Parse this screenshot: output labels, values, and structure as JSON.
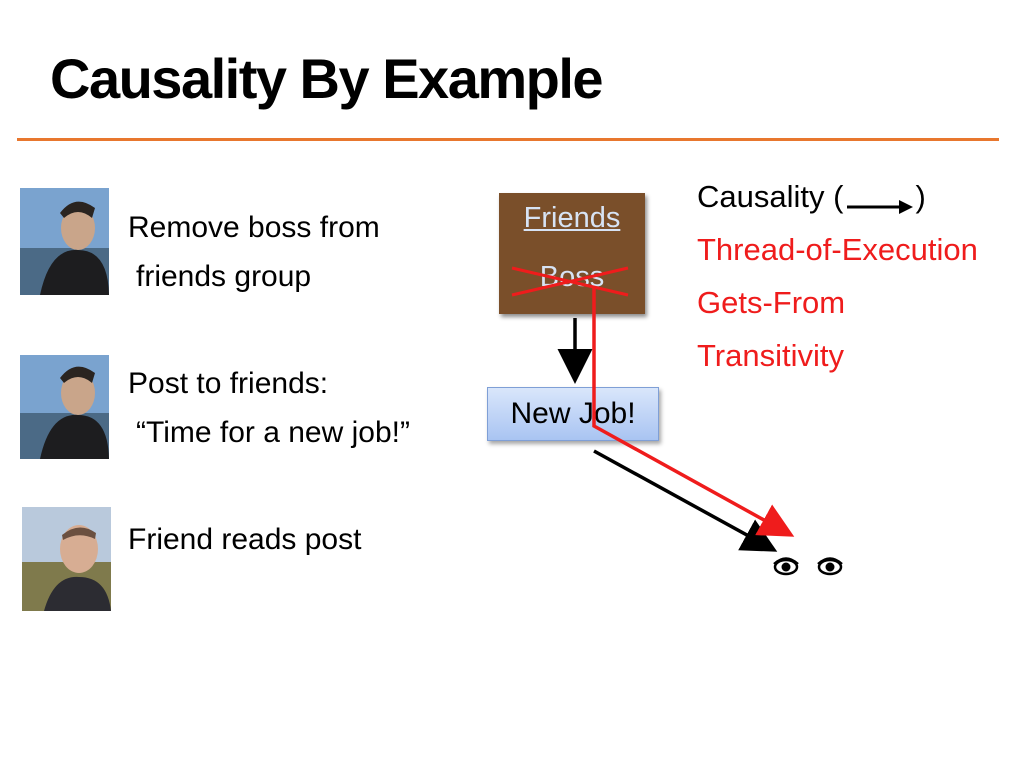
{
  "slide": {
    "title": "Causality By Example",
    "accent_color": "#e8772e"
  },
  "steps": [
    {
      "line1": "Remove boss from",
      "line2": "friends group",
      "avatar": "person-photo-1"
    },
    {
      "line1": "Post to friends:",
      "line2": "“Time for a new job!”",
      "avatar": "person-photo-2"
    },
    {
      "line1": "Friend reads post",
      "line2": "",
      "avatar": "person-photo-3"
    }
  ],
  "diagram": {
    "group_label": "Friends",
    "removed_member": "Boss",
    "post_label": "New Job!",
    "viewer_icon": "eyes-icon"
  },
  "legend": {
    "causality_prefix": "Causality (",
    "causality_suffix": ")",
    "items": [
      "Thread-of-Execution",
      "Gets-From",
      "Transitivity"
    ],
    "highlight_color": "#ef1c1c"
  }
}
